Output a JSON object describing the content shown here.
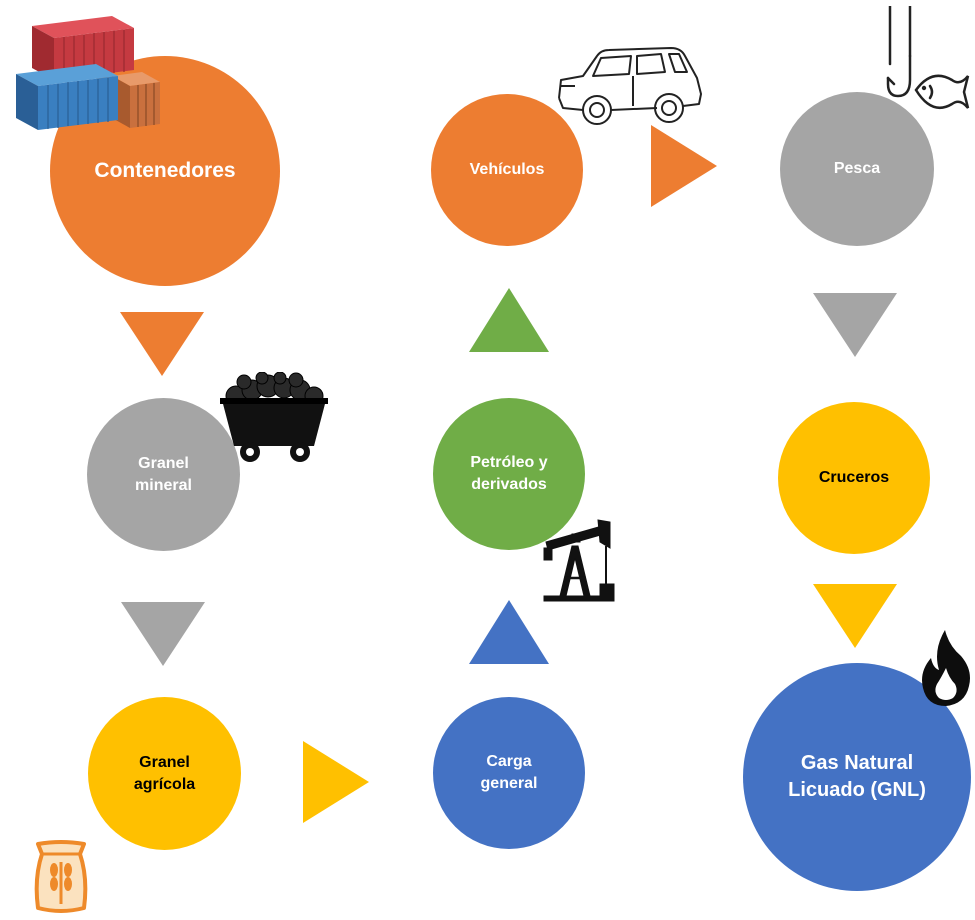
{
  "nodes": {
    "contenedores": "Contenedores",
    "vehiculos": "Vehículos",
    "pesca": "Pesca",
    "granel_mineral": "Granel\nmineral",
    "petroleo": "Petróleo y\nderivados",
    "cruceros": "Cruceros",
    "granel_agricola": "Granel\nagrícola",
    "carga_general": "Carga\ngeneral",
    "gnl": "Gas Natural\nLicuado (GNL)"
  },
  "colors": {
    "orange": "#ED7D31",
    "gray": "#A5A5A5",
    "yellow": "#FFC000",
    "green": "#70AD47",
    "blue": "#4472C4",
    "black": "#1a1a1a"
  },
  "icons": {
    "contenedores": "shipping-containers-icon",
    "vehiculos": "car-icon",
    "pesca": "fish-hook-icon",
    "granel_mineral": "coal-cart-icon",
    "petroleo": "oil-pump-icon",
    "granel_agricola": "grain-sack-icon",
    "gnl": "flame-icon"
  }
}
